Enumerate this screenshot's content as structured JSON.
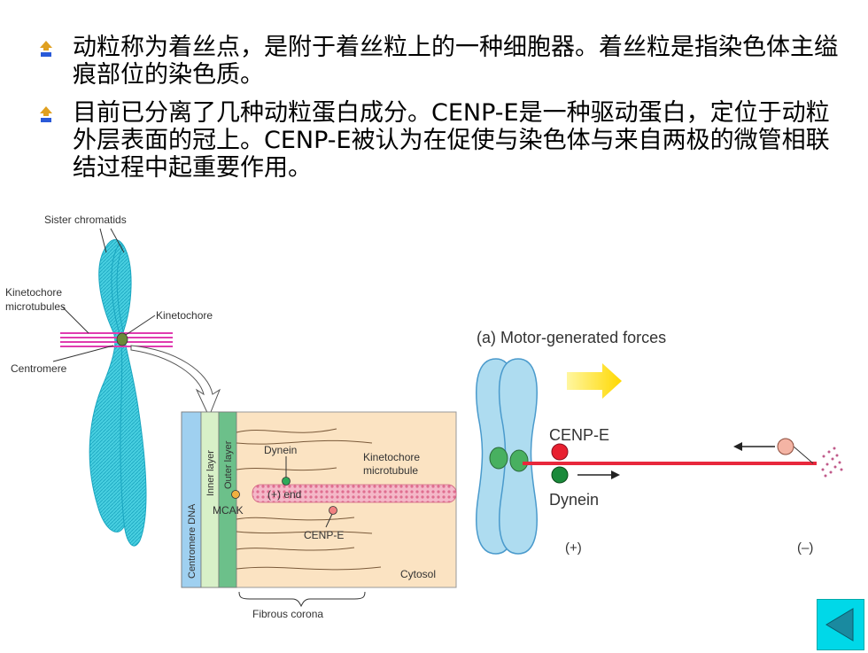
{
  "bullets": [
    "动粒称为着丝点，是附于着丝粒上的一种细胞器。着丝粒是指染色体主缢痕部位的染色质。",
    "目前已分离了几种动粒蛋白成分。CENP-E是一种驱动蛋白，定位于动粒外层表面的冠上。CENP-E被认为在促使与染色体与来自两极的微管相联结过程中起重要作用。"
  ],
  "left_figure": {
    "sister_chromatids": "Sister chromatids",
    "kinetochore_microtubules_1": "Kinetochore",
    "kinetochore_microtubules_2": "microtubules",
    "kinetochore": "Kinetochore",
    "centromere": "Centromere",
    "centromere_dna": "Centromere DNA",
    "inner_layer": "Inner layer",
    "outer_layer": "Outer layer",
    "dynein": "Dynein",
    "kt_microtubule_1": "Kinetochore",
    "kt_microtubule_2": "microtubule",
    "plus_end": "(+) end",
    "mcak": "MCAK",
    "cenp_e": "CENP-E",
    "cytosol": "Cytosol",
    "fibrous_corona": "Fibrous corona"
  },
  "right_figure": {
    "title": "(a) Motor-generated forces",
    "cenp_e": "CENP-E",
    "dynein": "Dynein",
    "plus": "(+)",
    "minus": "(–)"
  },
  "colors": {
    "chromosome": "#3cc6d8",
    "microtubule": "#e03cb0",
    "red_mt": "#e8283c",
    "panel_bg": "#fbe3c2",
    "nav": "#00d8e8"
  },
  "nav": {
    "icon": "back-arrow-icon"
  }
}
